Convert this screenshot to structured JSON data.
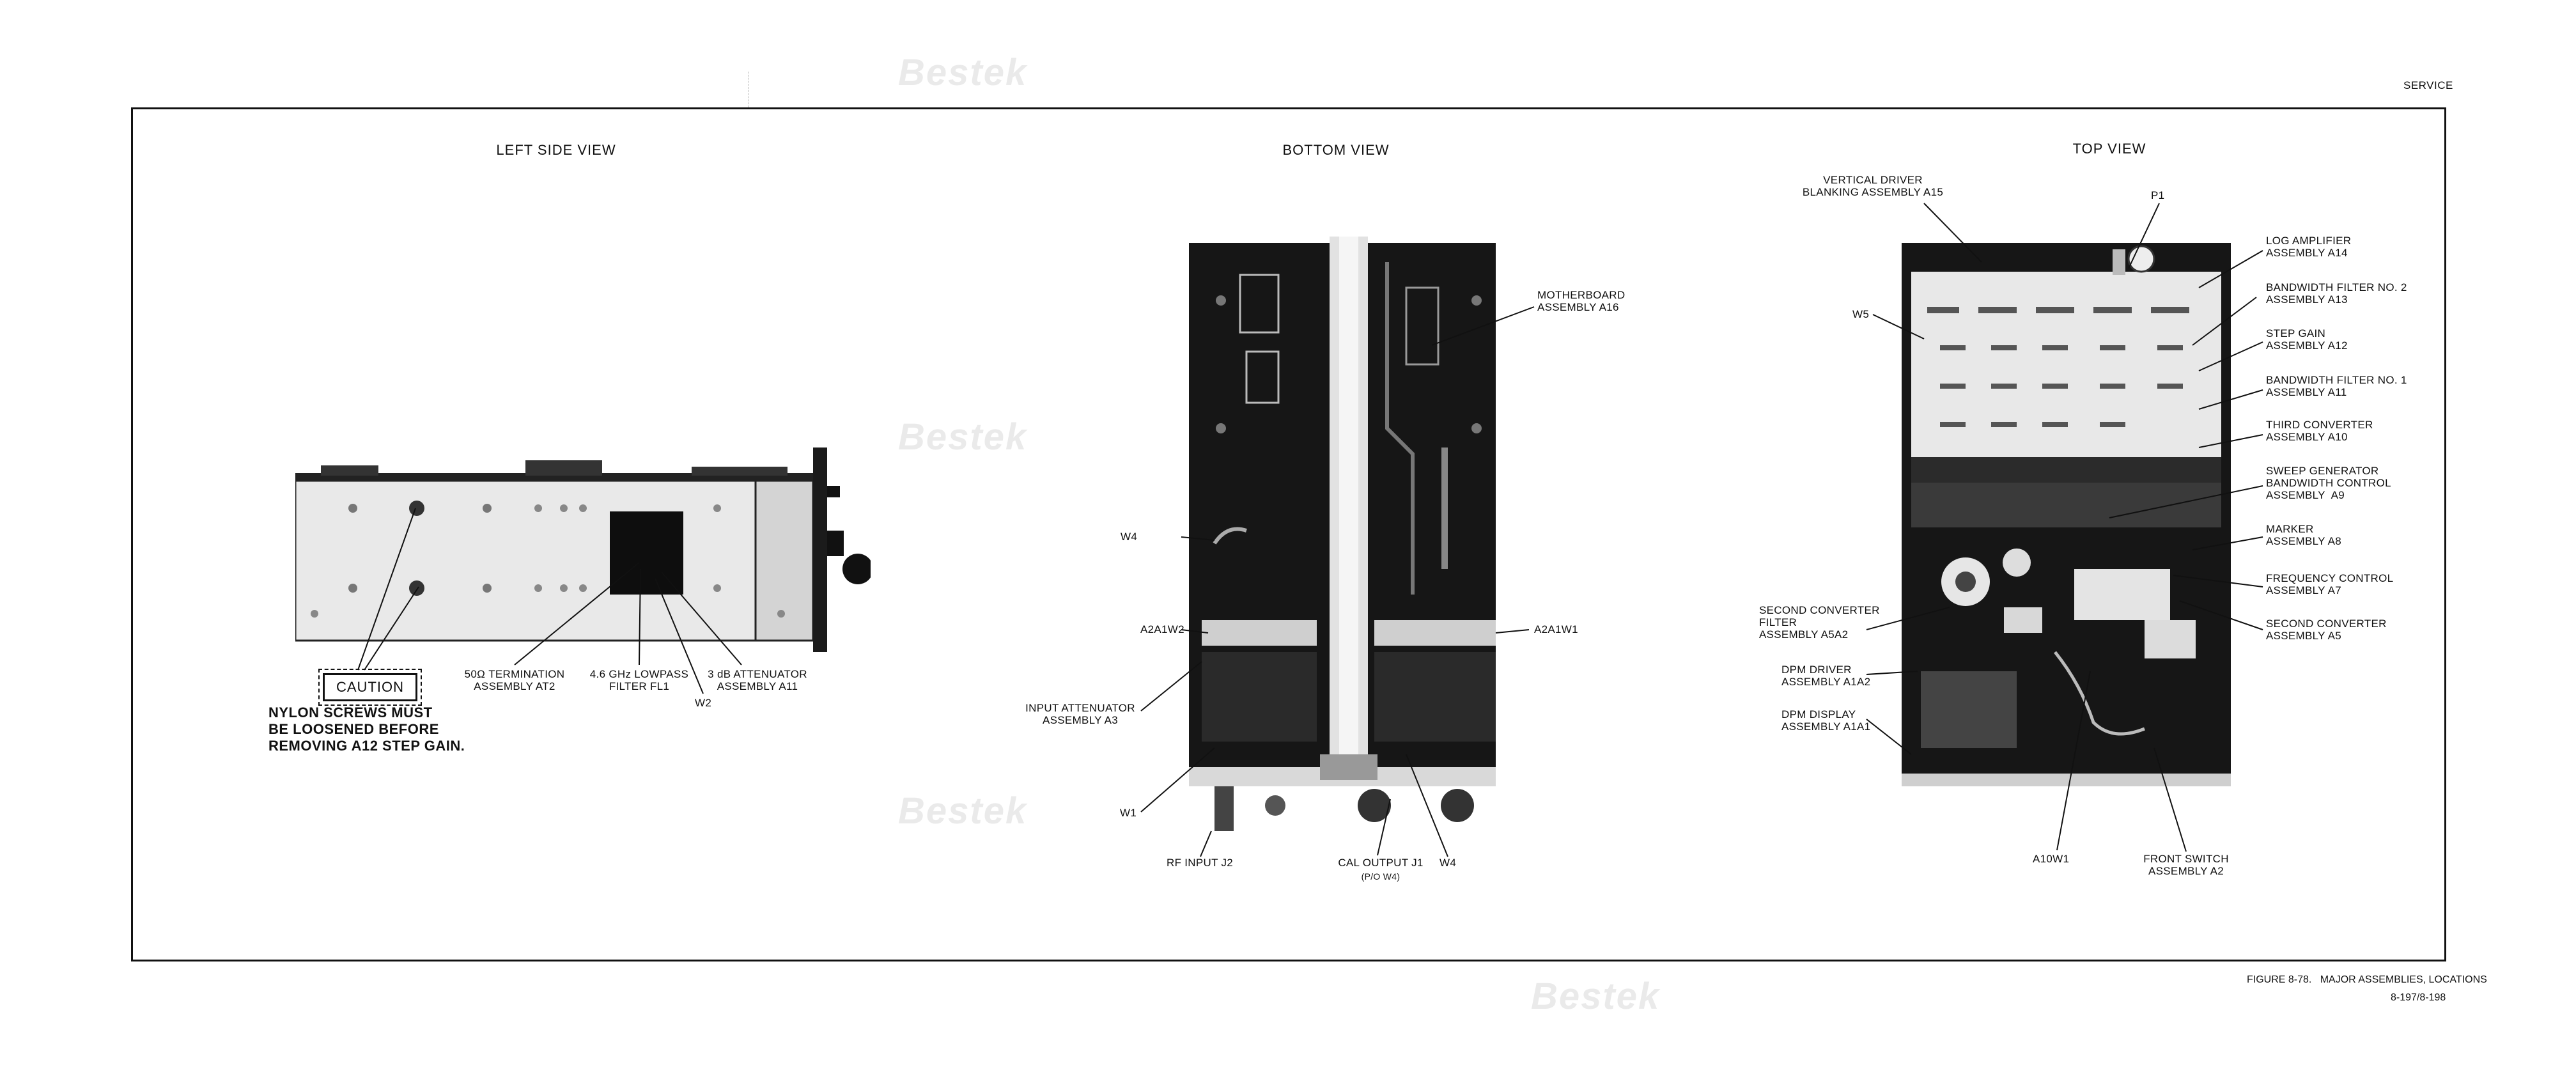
{
  "header": {
    "section": "SERVICE"
  },
  "views": {
    "left": {
      "title": "LEFT SIDE VIEW"
    },
    "bottom": {
      "title": "BOTTOM VIEW"
    },
    "top": {
      "title": "TOP VIEW"
    }
  },
  "left_labels": {
    "caution": "CAUTION",
    "note": "NYLON SCREWS MUST\nBE LOOSENED BEFORE\nREMOVING A12 STEP GAIN.",
    "termination": "50Ω TERMINATION\nASSEMBLY AT2",
    "lowpass": "4.6 GHz LOWPASS\nFILTER FL1",
    "attenuator": "3 dB ATTENUATOR\nASSEMBLY A11",
    "w2": "W2"
  },
  "bottom_labels": {
    "motherboard": "MOTHERBOARD\nASSEMBLY A16",
    "w4_left": "W4",
    "a2a1w2": "A2A1W2",
    "a2a1w1": "A2A1W1",
    "input_atten": "INPUT ATTENUATOR\nASSEMBLY A3",
    "w1": "W1",
    "rf_input": "RF INPUT J2",
    "cal_output": "CAL OUTPUT J1",
    "cal_output_sub": "(P/O W4)",
    "w4_bottom": "W4"
  },
  "top_labels": {
    "vertical_driver": "VERTICAL DRIVER\nBLANKING ASSEMBLY A15",
    "p1": "P1",
    "log_amp": "LOG AMPLIFIER\nASSEMBLY A14",
    "w5": "W5",
    "bw_filter2": "BANDWIDTH FILTER NO. 2\nASSEMBLY A13",
    "step_gain": "STEP GAIN\nASSEMBLY A12",
    "bw_filter1": "BANDWIDTH FILTER NO. 1\nASSEMBLY A11",
    "third_conv": "THIRD CONVERTER\nASSEMBLY A10",
    "sweep_gen": "SWEEP GENERATOR\nBANDWIDTH CONTROL\nASSEMBLY  A9",
    "marker": "MARKER\nASSEMBLY A8",
    "freq_control": "FREQUENCY CONTROL\nASSEMBLY A7",
    "second_conv_filter": "SECOND CONVERTER\nFILTER\nASSEMBLY A5A2",
    "second_conv": "SECOND CONVERTER\nASSEMBLY A5",
    "dpm_driver": "DPM DRIVER\nASSEMBLY A1A2",
    "dpm_display": "DPM DISPLAY\nASSEMBLY A1A1",
    "a10w1": "A10W1",
    "front_switch": "FRONT SWITCH\nASSEMBLY A2"
  },
  "footer": {
    "figure": "FIGURE 8-78.   MAJOR ASSEMBLIES, LOCATIONS",
    "page": "8-197/8-198"
  },
  "watermark": "Bestek",
  "colors": {
    "ink": "#111111",
    "photo_dark": "#1a1a1a",
    "board_light": "#e6e6e6"
  }
}
